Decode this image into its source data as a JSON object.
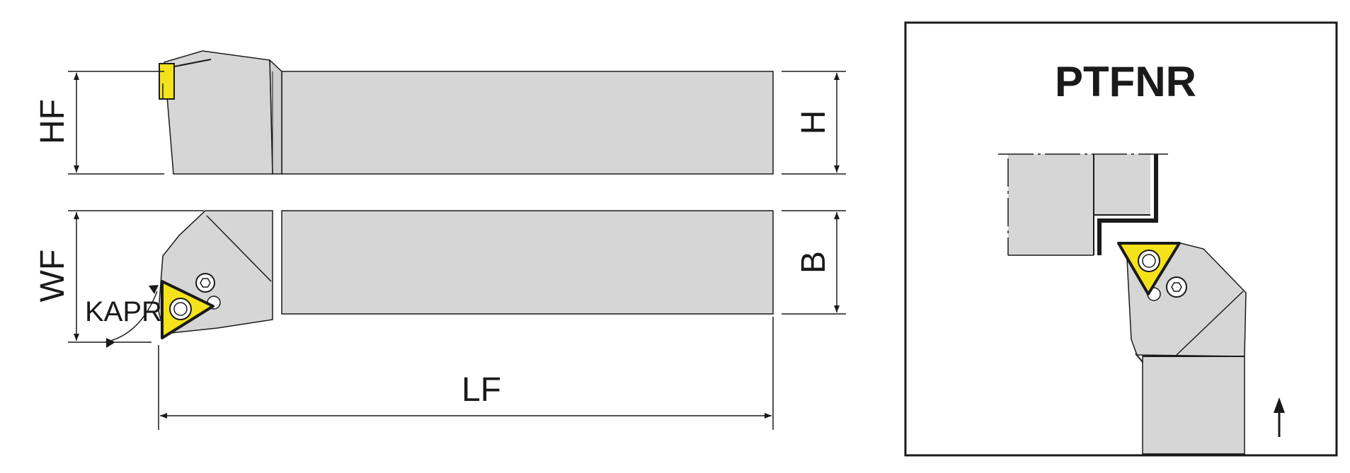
{
  "labels": {
    "hf": "HF",
    "h": "H",
    "wf": "WF",
    "b": "B",
    "kapr": "KAPR",
    "lf": "LF",
    "code": "PTFNR"
  },
  "colors": {
    "body": "#d6d6d6",
    "insert": "#f4e21a",
    "outline": "#1a1a1a"
  },
  "icons": {
    "direction": "arrow-up-icon",
    "screw": "screw-hex-icon"
  }
}
